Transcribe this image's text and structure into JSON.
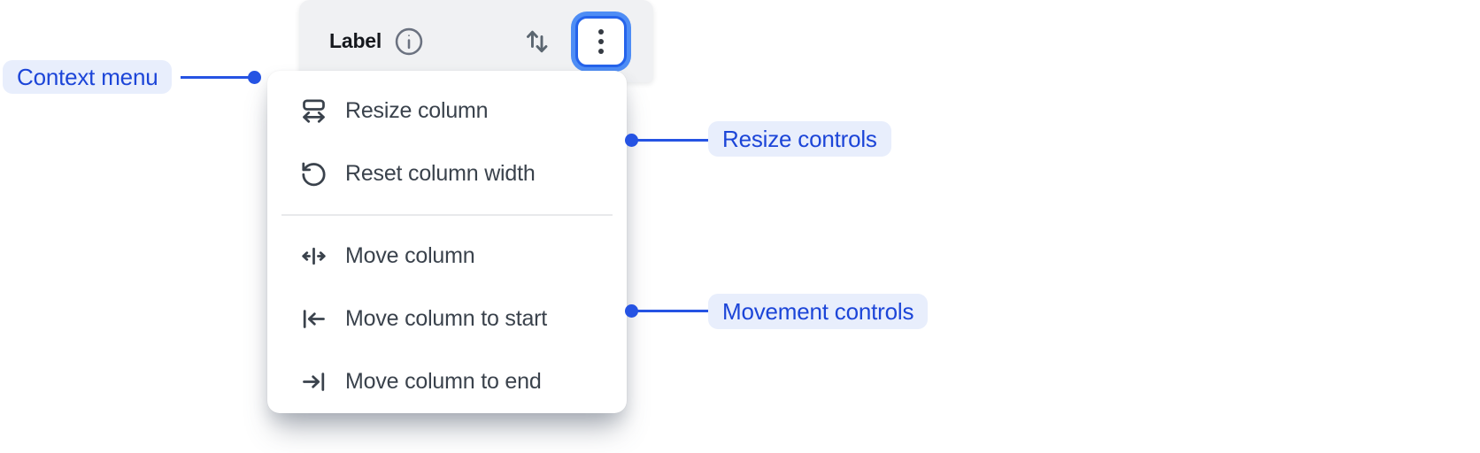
{
  "header": {
    "label": "Label",
    "info_icon": "info-icon",
    "sort_icon": "sort-icon",
    "kebab_icon": "kebab-menu-icon"
  },
  "menu": {
    "groups": [
      {
        "name": "resize",
        "items": [
          {
            "icon": "resize-column-icon",
            "label": "Resize column"
          },
          {
            "icon": "reset-column-width-icon",
            "label": "Reset column width"
          }
        ]
      },
      {
        "name": "movement",
        "items": [
          {
            "icon": "move-column-icon",
            "label": "Move column"
          },
          {
            "icon": "move-column-to-start-icon",
            "label": "Move column to start"
          },
          {
            "icon": "move-column-to-end-icon",
            "label": "Move column to end"
          }
        ]
      }
    ]
  },
  "annotations": [
    {
      "id": "context-menu",
      "label": "Context menu",
      "side": "left"
    },
    {
      "id": "resize-controls",
      "label": "Resize controls",
      "side": "right"
    },
    {
      "id": "movement-controls",
      "label": "Movement controls",
      "side": "right"
    }
  ],
  "colors": {
    "accent_blue": "#2553e3",
    "annotation_text": "#1c45d8",
    "annotation_bg": "#e8eefc",
    "focus_ring_outer": "#4e8df5",
    "focus_ring_border": "#2563eb",
    "header_bg": "#f0f1f3",
    "menu_bg": "#ffffff",
    "menu_text": "#3a424c",
    "icon_gray": "#646b75"
  }
}
